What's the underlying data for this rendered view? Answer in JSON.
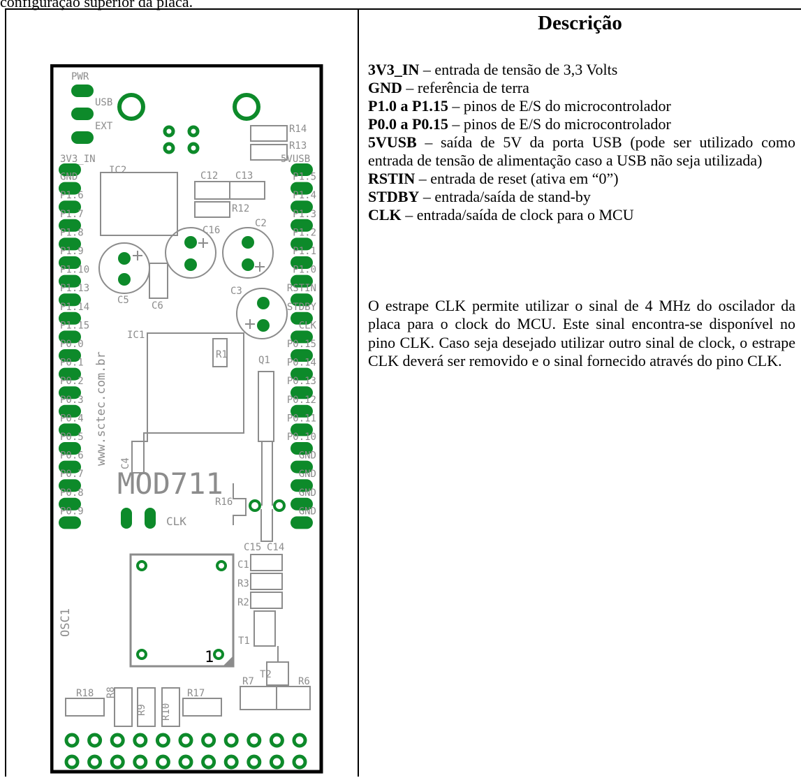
{
  "caption": "configuração superior da placa.",
  "description": {
    "title": "Descrição",
    "items": [
      {
        "term": "3V3_IN",
        "text": " – entrada de tensão de 3,3 Volts"
      },
      {
        "term": "GND",
        "text": " – referência de terra"
      },
      {
        "term": "P1.0 a P1.15",
        "text": " – pinos de E/S do microcontrolador"
      },
      {
        "term": "P0.0 a P0.15",
        "text": " – pinos de E/S do microcontrolador"
      },
      {
        "term": "5VUSB",
        "text": " – saída de 5V da porta USB (pode ser utilizado como entrada de tensão de alimentação caso a USB não seja utilizada)"
      },
      {
        "term": "RSTIN",
        "text": " – entrada de reset (ativa em “0”)"
      },
      {
        "term": "STDBY",
        "text": " – entrada/saída de stand-by"
      },
      {
        "term": "CLK",
        "text": " – entrada/saída de clock para o MCU"
      }
    ],
    "note": "O estrape CLK permite utilizar o sinal de 4 MHz do oscilador da placa para o clock do MCU. Este sinal encontra-se disponível no pino CLK. Caso seja desejado utilizar outro sinal de clock, o estrape CLK deverá ser removido e o sinal fornecido através do pino CLK."
  },
  "board": {
    "colors": {
      "pad": "#0d8a2a",
      "silk": "#8c8c8c",
      "outline": "#000000"
    },
    "name": "MOD711",
    "website": "www.sctec.com.br",
    "clk_label": "CLK",
    "top_labels": {
      "pwr": "PWR",
      "usb": "USB",
      "ext": "EXT",
      "r14": "R14",
      "r13": "R13",
      "in3v3": "3V3_IN",
      "vusb5": "5VUSB"
    },
    "left_pins": [
      "GND",
      "P1.6",
      "P1.7",
      "P1.8",
      "P1.9",
      "P1.10",
      "P1.13",
      "P1.14",
      "P1.15",
      "P0.0",
      "P0.1",
      "P0.2",
      "P0.3",
      "P0.4",
      "P0.5",
      "P0.6",
      "P0.7",
      "P0.8",
      "P0.9"
    ],
    "right_pins": [
      "P1.5",
      "P1.4",
      "P1.3",
      "P1.2",
      "P1.1",
      "P1.0",
      "RSTIN",
      "STDBY",
      "CLK",
      "P0.15",
      "P0.14",
      "P0.13",
      "P0.12",
      "P0.11",
      "P0.10",
      "GND",
      "GND",
      "GND",
      "GND"
    ],
    "components": {
      "ic2": "IC2",
      "c12": "C12",
      "c13": "C13",
      "r12": "R12",
      "c16": "C16",
      "c2": "C2",
      "c5": "C5",
      "c6": "C6",
      "c3": "C3",
      "ic1": "IC1",
      "r1": "R1",
      "c4": "C4",
      "q1": "Q1",
      "r16": "R16",
      "c15": "C15",
      "c14": "C14",
      "c1": "C1",
      "r3": "R3",
      "r2": "R2",
      "osc1": "OSC1",
      "t1": "T1",
      "t2": "T2",
      "osc_pin1": "1",
      "r18": "R18",
      "r8": "R8",
      "r9": "R9",
      "r10": "R10",
      "r17": "R17",
      "r7": "R7",
      "r6": "R6"
    }
  }
}
